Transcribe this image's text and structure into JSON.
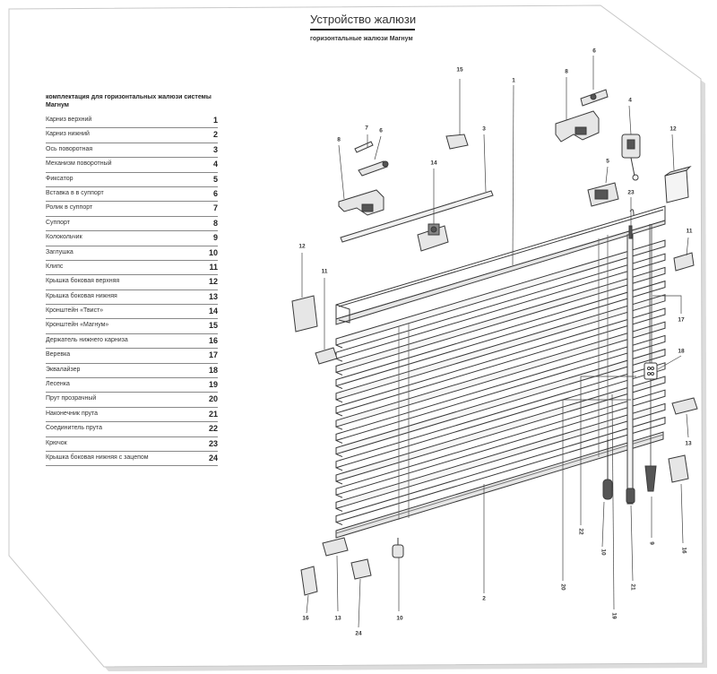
{
  "header": {
    "title": "Устройство жалюзи",
    "subtitle": "горизонтальные жалюзи Магнум"
  },
  "parts_list": {
    "heading": "комплектация для горизонтальных жалюзи системы Магнум",
    "items": [
      {
        "name": "Карниз верхний",
        "num": "1"
      },
      {
        "name": "Карниз нижний",
        "num": "2"
      },
      {
        "name": "Ось поворотная",
        "num": "3"
      },
      {
        "name": "Механизм поворотный",
        "num": "4"
      },
      {
        "name": "Фиксатор",
        "num": "5"
      },
      {
        "name": "Вставка в в суппорт",
        "num": "6"
      },
      {
        "name": "Ролик в суппорт",
        "num": "7"
      },
      {
        "name": "Суппорт",
        "num": "8"
      },
      {
        "name": "Колокольчик",
        "num": "9"
      },
      {
        "name": "Заглушка",
        "num": "10"
      },
      {
        "name": "Клипс",
        "num": "11"
      },
      {
        "name": "Крышка боковая верхняя",
        "num": "12"
      },
      {
        "name": "Крышка боковая нижняя",
        "num": "13"
      },
      {
        "name": "Кронштейн «Твист»",
        "num": "14"
      },
      {
        "name": "Кронштейн «Магнум»",
        "num": "15"
      },
      {
        "name": "Держатель нижнего карниза",
        "num": "16"
      },
      {
        "name": "Веревка",
        "num": "17"
      },
      {
        "name": "Эквалайзер",
        "num": "18"
      },
      {
        "name": "Лесенка",
        "num": "19"
      },
      {
        "name": "Прут прозрачный",
        "num": "20"
      },
      {
        "name": "Наконечник прута",
        "num": "21"
      },
      {
        "name": "Соединитель прута",
        "num": "22"
      },
      {
        "name": "Крючок",
        "num": "23"
      },
      {
        "name": "Крышка боковая нижняя с зацепом",
        "num": "24"
      }
    ]
  },
  "callouts": {
    "c1": "1",
    "c2": "2",
    "c3": "3",
    "c4": "4",
    "c5": "5",
    "c6a": "6",
    "c6b": "6",
    "c7": "7",
    "c8a": "8",
    "c8b": "8",
    "c9": "9",
    "c10a": "10",
    "c10b": "10",
    "c11a": "11",
    "c11b": "11",
    "c12a": "12",
    "c12b": "12",
    "c13a": "13",
    "c13b": "13",
    "c14": "14",
    "c15": "15",
    "c16a": "16",
    "c16b": "16",
    "c17": "17",
    "c18": "18",
    "c19": "19",
    "c20": "20",
    "c21": "21",
    "c22": "22",
    "c23": "23",
    "c24": "24"
  },
  "colors": {
    "line": "#3a3a3a",
    "part_fill": "#e6e6e6",
    "dark_part": "#555555",
    "shadow": "#9a9a9a"
  }
}
